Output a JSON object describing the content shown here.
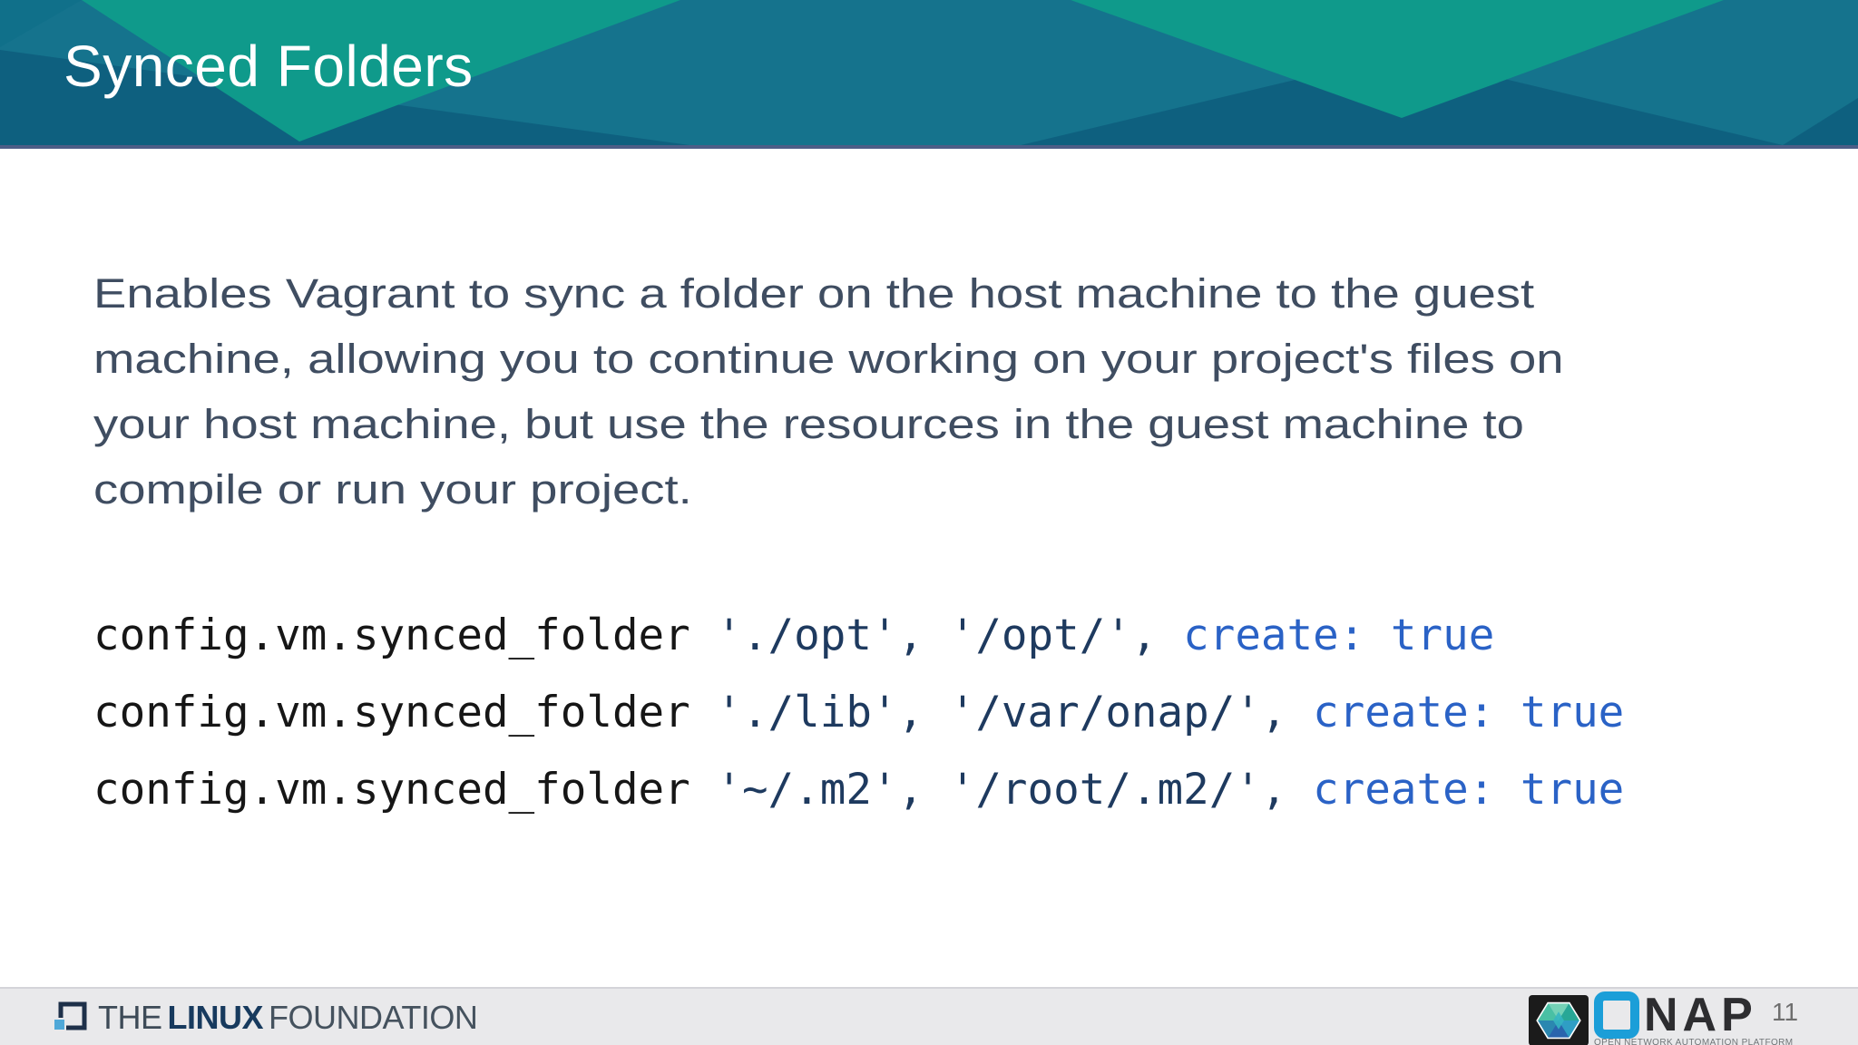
{
  "header": {
    "title": "Synced Folders"
  },
  "body": {
    "lines": [
      "Enables Vagrant to sync a folder on the host machine to the guest",
      "machine, allowing you to continue working on your project's files on",
      "your host machine, but use the resources in the guest machine to",
      "compile or run your project."
    ]
  },
  "code": {
    "lines": [
      {
        "prefix": "config.vm.synced_folder ",
        "arg1": "'./opt', ",
        "arg2": "'/opt/', ",
        "keyword": "create: true"
      },
      {
        "prefix": "config.vm.synced_folder ",
        "arg1": "'./lib', ",
        "arg2": "'/var/onap/', ",
        "keyword": "create: true"
      },
      {
        "prefix": "config.vm.synced_folder ",
        "arg1": "'~/.m2', ",
        "arg2": "'/root/.m2/', ",
        "keyword": "create: true"
      }
    ]
  },
  "footer": {
    "linux_foundation": {
      "the": "THE",
      "linux": "LINUX",
      "foundation": "FOUNDATION"
    },
    "onap": {
      "nap": "NAP",
      "tagline": "OPEN NETWORK AUTOMATION PLATFORM"
    },
    "page_number": "11"
  },
  "icons": {
    "linux_foundation_icon": "bracket-square-icon",
    "onap_hexagon_icon": "hexagon-mosaic-icon",
    "onap_o_mark": "rounded-square-o-mark"
  },
  "colors": {
    "header_green": "#0f9a8b",
    "header_teal": "#15738d",
    "header_dark_blue": "#0e607f",
    "header_bottom_border": "#4d5e87",
    "body_text": "#3f4d61",
    "code_text": "#161616",
    "code_string": "#1e3a5f",
    "code_keyword": "#2a62c6",
    "footer_background": "#e9e9eb",
    "onap_blue": "#1b9ed8",
    "linux_foundation_navy": "#173a5e"
  }
}
